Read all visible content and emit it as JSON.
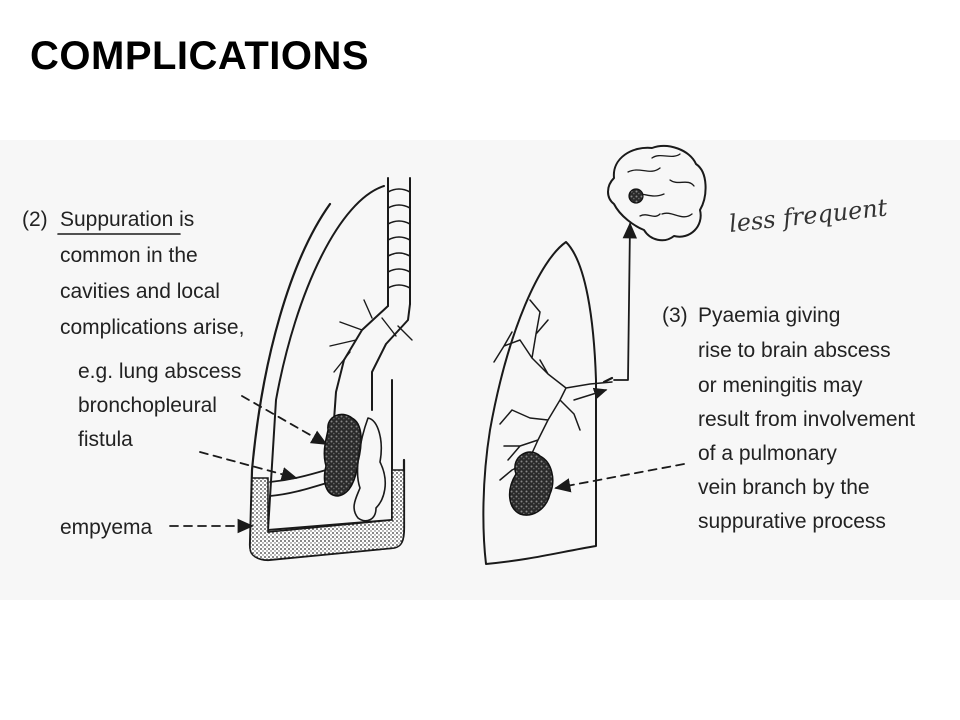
{
  "slide": {
    "title": "COMPLICATIONS"
  },
  "figure": {
    "left_panel": {
      "label_number": "(2)",
      "lines": [
        "Suppuration is",
        "common in the",
        "cavities and local",
        "complications arise,",
        "e.g. lung abscess",
        "bronchopleural",
        "fistula",
        "empyema"
      ]
    },
    "right_panel": {
      "label_number": "(3)",
      "lines": [
        "Pyaemia giving",
        "rise to brain abscess",
        "or meningitis may",
        "result from involvement",
        "of a pulmonary",
        "vein branch by the",
        "suppurative process"
      ],
      "handwritten_note": "less frequent"
    }
  }
}
